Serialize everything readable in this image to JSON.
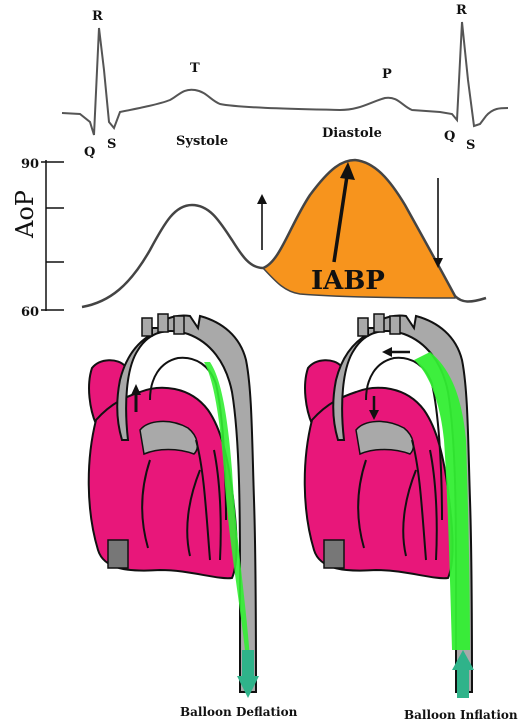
{
  "ecg": {
    "labels": {
      "r_left": "R",
      "r_right": "R",
      "q_left": "Q",
      "q_right": "Q",
      "s_left": "S",
      "s_right": "S",
      "t_wave": "T",
      "p_wave": "P"
    },
    "phases": {
      "systole": "Systole",
      "diastole": "Diastole"
    }
  },
  "pressure": {
    "axis_label": "AoP",
    "tick_high": "90",
    "tick_low": "60",
    "balloon_label": "IABP"
  },
  "hearts": {
    "deflation_label": "Balloon Deflation",
    "inflation_label": "Balloon Inflation"
  },
  "colors": {
    "myocardium": "#e8177a",
    "vessel": "#a9a9a9",
    "balloon": "#33ee33",
    "augmentation": "#f7941d",
    "arrow": "#2fb38a",
    "ink": "#111111"
  }
}
